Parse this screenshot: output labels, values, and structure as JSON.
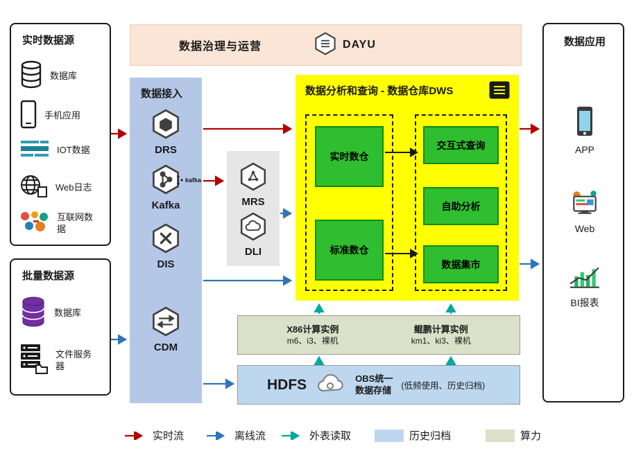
{
  "banner": {
    "title": "数据治理与运营",
    "logo_text": "DAYU"
  },
  "realtime_sources": {
    "title": "实时数据源",
    "items": [
      {
        "label": "数据库"
      },
      {
        "label": "手机应用"
      },
      {
        "label": "IOT数据"
      },
      {
        "label": "Web日志"
      },
      {
        "label": "互联网数据"
      }
    ]
  },
  "batch_sources": {
    "title": "批量数据源",
    "items": [
      {
        "label": "数据库"
      },
      {
        "label": "文件服务器"
      }
    ]
  },
  "ingestion": {
    "title": "数据接入",
    "items": [
      {
        "label": "DRS"
      },
      {
        "label": "Kafka",
        "badge": "kafka"
      },
      {
        "label": "DIS"
      },
      {
        "label": "CDM"
      }
    ]
  },
  "processing": {
    "items": [
      {
        "label": "MRS"
      },
      {
        "label": "DLI"
      }
    ]
  },
  "warehouse": {
    "title": "数据分析和查询 - 数据仓库DWS",
    "left_items": [
      {
        "label": "实时数仓"
      },
      {
        "label": "标准数仓"
      }
    ],
    "right_items": [
      {
        "label": "交互式查询"
      },
      {
        "label": "自助分析"
      },
      {
        "label": "数据集市"
      }
    ]
  },
  "compute": {
    "groups": [
      {
        "title": "X86计算实例",
        "subtitle": "m6、i3、裸机"
      },
      {
        "title": "鲲鹏计算实例",
        "subtitle": "km1、ki3、裸机"
      }
    ]
  },
  "storage": {
    "title": "HDFS",
    "obs_line1": "OBS统一",
    "obs_line2": "数据存储",
    "note": "(低频使用、历史归档)"
  },
  "applications": {
    "title": "数据应用",
    "items": [
      {
        "label": "APP"
      },
      {
        "label": "Web"
      },
      {
        "label": "BI报表"
      }
    ]
  },
  "legend": {
    "items": [
      {
        "label": "实时流"
      },
      {
        "label": "离线流"
      },
      {
        "label": "外表读取"
      },
      {
        "label": "历史归档"
      },
      {
        "label": "算力"
      }
    ]
  },
  "colors": {
    "realtime_flow": "#b40000",
    "offline_flow": "#2e75b6",
    "external_read": "#00a99d",
    "archive_swatch": "#bdd7ee",
    "compute_swatch": "#dbe1c8",
    "warehouse_bg": "#ffff00",
    "green_node": "#2fbe2f",
    "ingest_column": "#b4c7e7",
    "banner_bg": "#fbe5d6"
  }
}
